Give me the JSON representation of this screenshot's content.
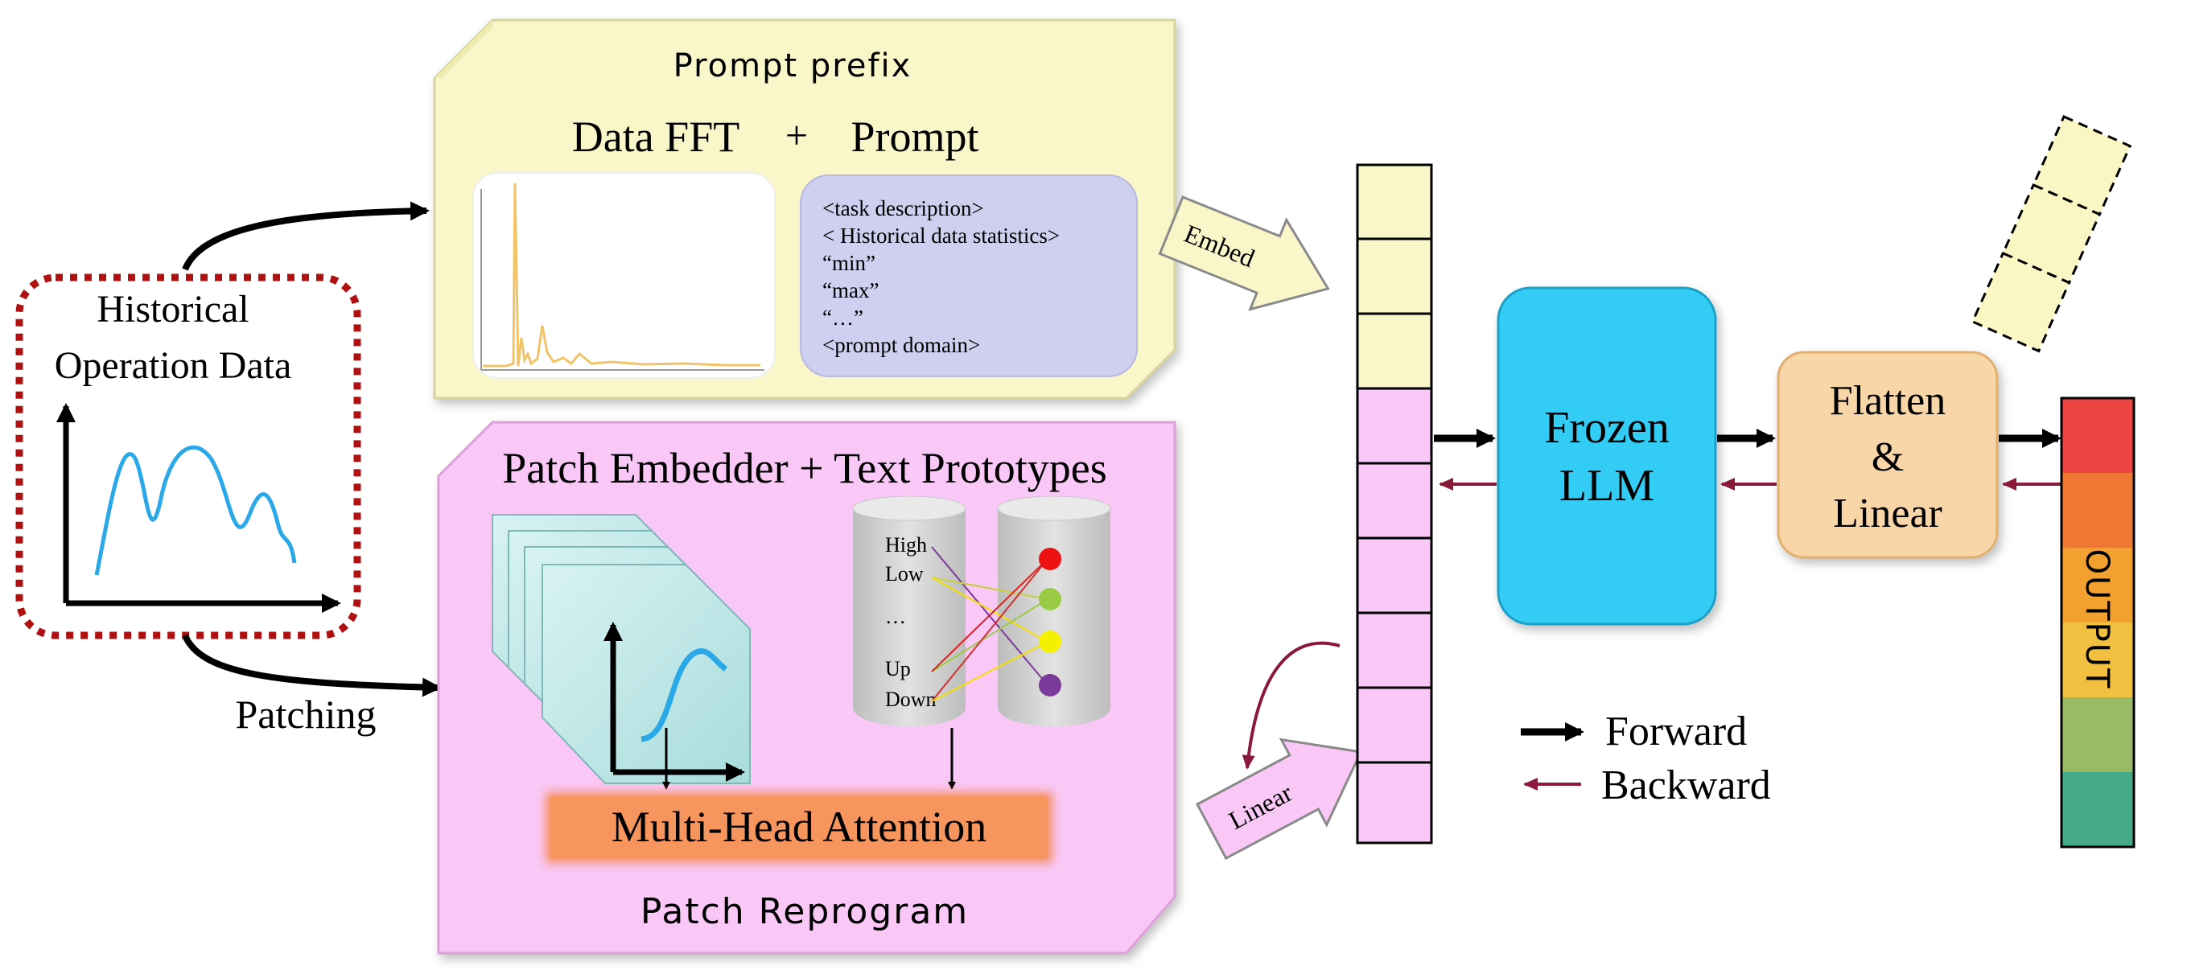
{
  "historical": {
    "title_line1": "Historical",
    "title_line2": "Operation Data",
    "patching_label": "Patching"
  },
  "prompt_prefix": {
    "title": "Prompt prefix",
    "subtitle_left": "Data FFT",
    "plus": "+",
    "subtitle_right": "Prompt",
    "prompt_lines": [
      "<task description>",
      "< Historical data statistics>",
      "“min”",
      "“max”",
      "“…”",
      "<prompt domain>"
    ]
  },
  "patch_reprogram": {
    "title": "Patch Embedder + Text Prototypes",
    "attention_label": "Multi-Head Attention",
    "footer": "Patch Reprogram",
    "prototype_words": [
      "High",
      "Low",
      "…",
      "Up",
      "Down"
    ],
    "prototype_colors": [
      "#ee1111",
      "#99cc44",
      "#f5f000",
      "#7a3a9a"
    ]
  },
  "arrows": {
    "embed_label": "Embed",
    "linear_label": "Linear"
  },
  "llm": {
    "line1": "Frozen",
    "line2": "LLM"
  },
  "flatten": {
    "line1": "Flatten",
    "line2": "&",
    "line3": "Linear"
  },
  "output": {
    "label": "OUTPUT",
    "colors": [
      "#ee4444",
      "#ee7733",
      "#f2a030",
      "#f2c040",
      "#99bb66",
      "#44aa88"
    ]
  },
  "legend": {
    "forward": "Forward",
    "backward": "Backward"
  },
  "colors": {
    "prompt_panel": "#f9f7c9",
    "patch_panel": "#f9c8f7",
    "llm": "#33ccf5",
    "flatten": "#f9d6a8",
    "backward_arrow": "#8b1a3a",
    "attention": "#f58c5a"
  }
}
